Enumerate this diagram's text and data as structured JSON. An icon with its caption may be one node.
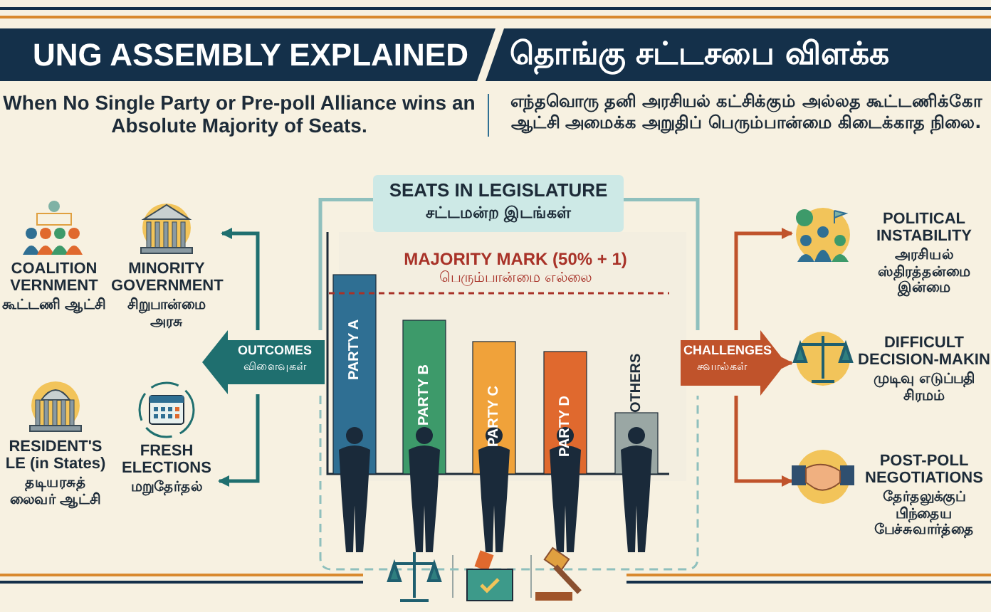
{
  "diagram": {
    "title": "UNG ASSEMBLY EXPLAINED",
    "nodes": [
      {
        "text": [
          "COALITION VERNMENT",
          "கூட்டணி ஆட்சி"
        ]
      },
      {
        "text": [
          "MINORITY GOVERNMENT",
          "சிறுபான்மை அரசு"
        ]
      },
      {
        "text": [
          "RESIDENT'S LE (in States)",
          "தடியரசுத் லைவர் ஆட்சி"
        ]
      },
      {
        "text": [
          "FRESH ELECTIONS",
          "மறுதேர்தல்"
        ]
      },
      {
        "text": [
          "OUTCOMES",
          "விளைவுகள்"
        ]
      },
      {
        "text": [
          "SEATS IN LEGISLATURE",
          "சட்டமன்ற இடங்கள்"
        ]
      },
      {
        "text": [
          "CHALLENGES",
          "சவால்கள்"
        ]
      },
      {
        "text": [
          "POLITICAL INSTABILITY",
          "அரசியல் ஸ்திரத்தன்மை இன்மை"
        ]
      },
      {
        "text": [
          "DIFFICULT DECISION-MAKIN",
          "முடிவு எடுப்பதி சிரமம்"
        ]
      },
      {
        "text": [
          "POST-POLL NEGOTIATIONS",
          "தேர்தலுக்குப் பிந்தைய பேச்சுவார்த்தை"
        ]
      }
    ],
    "edges": [
      {
        "from": 5,
        "to": 4,
        "arrow": "none",
        "color": "#8fc0bd"
      },
      {
        "from": 5,
        "to": 6,
        "arrow": "none",
        "color": "#8fc0bd"
      },
      {
        "from": 4,
        "to": 1,
        "arrow": "to",
        "color": "#1f6f6f"
      },
      {
        "from": 4,
        "to": 3,
        "arrow": "to",
        "color": "#1f6f6f"
      },
      {
        "from": 6,
        "to": 7,
        "arrow": "to",
        "color": "#c0532b"
      },
      {
        "from": 6,
        "to": 8,
        "arrow": "to",
        "color": "#c0532b"
      },
      {
        "from": 6,
        "to": 9,
        "arrow": "to",
        "color": "#c0532b"
      }
    ],
    "labels": [
      "தொங்கு சட்டசபை விளக்க",
      "When No Single Party or Pre-poll Alliance wins an Absolute Majority of Seats.",
      "எந்தவொரு தனி அரசியல் கட்சிக்கும் அல்லத கூட்டணிக்கோ ஆட்சி அமைக்க அறுதிப் பெரும்பான்மை கிடைக்காத நிலை.",
      "MAJORITY MARK (50% + 1)",
      "பெரும்பான்மை எல்லை",
      "PARTY A",
      "PARTY B",
      "PARTY C",
      "PARTY D",
      "OTHERS"
    ]
  }
}
